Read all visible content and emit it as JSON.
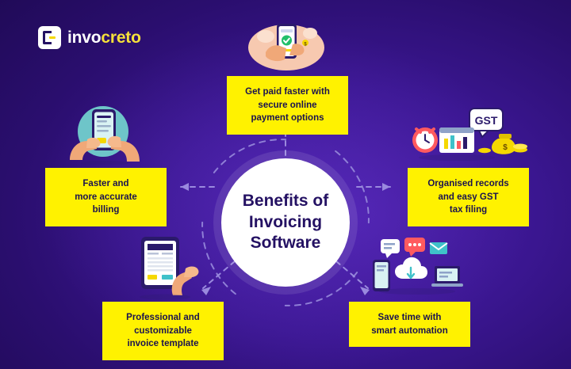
{
  "brand": {
    "name_part1": "invo",
    "name_part2": "creto",
    "logo_icon": "invoice-document-icon",
    "accent_yellow": "#fff200",
    "accent_purple": "#241163"
  },
  "center": {
    "title_line1": "Benefits of",
    "title_line2": "Invoicing",
    "title_line3": "Software"
  },
  "background": {
    "color_dark": "#1f0a55",
    "color_mid": "#3a1690",
    "color_light": "#4a1fa8"
  },
  "nodes": [
    {
      "id": "top",
      "label": "Get paid faster with secure online payment options",
      "label_lines": [
        "Get paid faster with",
        "secure online",
        "payment options"
      ],
      "illustration": "hand-holding-phone-payment-icon",
      "arrow_direction": "up"
    },
    {
      "id": "left",
      "label": "Faster and more accurate billing",
      "label_lines": [
        "Faster and",
        "more accurate",
        "billing"
      ],
      "illustration": "hands-typing-on-phone-icon",
      "arrow_direction": "left"
    },
    {
      "id": "right",
      "label": "Organised records and easy GST tax filing",
      "label_lines": [
        "Organised records",
        "and easy GST",
        "tax filing"
      ],
      "illustration": "gst-documents-clock-money-icon",
      "arrow_direction": "right"
    },
    {
      "id": "bottom-left",
      "label": "Professional and customizable invoice template",
      "label_lines": [
        "Professional and",
        "customizable",
        "invoice template"
      ],
      "illustration": "tablet-invoice-template-hand-icon",
      "arrow_direction": "down-left"
    },
    {
      "id": "bottom-right",
      "label": "Save time with smart automation",
      "label_lines": [
        "Save time with",
        "smart automation"
      ],
      "illustration": "devices-cloud-chat-automation-icon",
      "arrow_direction": "down-right"
    }
  ]
}
